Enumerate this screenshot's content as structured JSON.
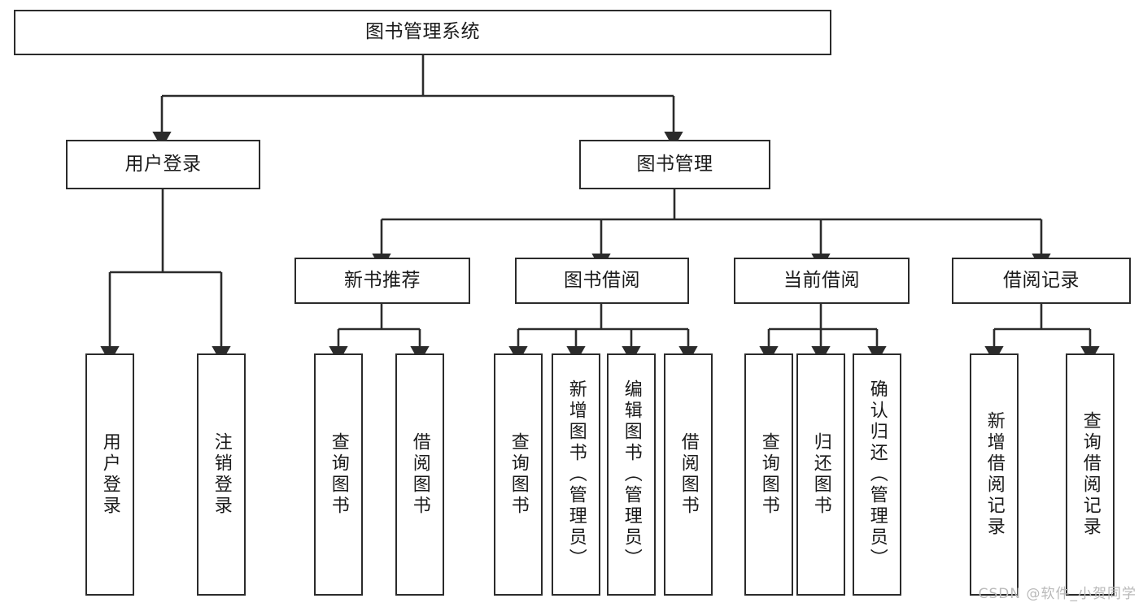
{
  "diagram": {
    "type": "tree",
    "title": "图书管理系统",
    "watermark": "CSDN @软件_小贺同学",
    "root": {
      "id": "root",
      "label": "图书管理系统",
      "orientation": "horizontal"
    },
    "level2": [
      {
        "id": "user-login",
        "label": "用户登录",
        "orientation": "horizontal"
      },
      {
        "id": "book-manage",
        "label": "图书管理",
        "orientation": "horizontal"
      }
    ],
    "level3": [
      {
        "id": "new-book-rec",
        "label": "新书推荐",
        "orientation": "horizontal",
        "parent": "book-manage"
      },
      {
        "id": "book-borrow",
        "label": "图书借阅",
        "orientation": "horizontal",
        "parent": "book-manage"
      },
      {
        "id": "current-borrow",
        "label": "当前借阅",
        "orientation": "horizontal",
        "parent": "book-manage"
      },
      {
        "id": "borrow-record",
        "label": "借阅记录",
        "orientation": "horizontal",
        "parent": "book-manage"
      }
    ],
    "leaves": [
      {
        "id": "leaf-user-login",
        "label": "用户登录",
        "orientation": "vertical",
        "parent": "user-login"
      },
      {
        "id": "leaf-logout",
        "label": "注销登录",
        "orientation": "vertical",
        "parent": "user-login"
      },
      {
        "id": "leaf-query-book-1",
        "label": "查询图书",
        "orientation": "vertical",
        "parent": "new-book-rec"
      },
      {
        "id": "leaf-borrow-book-1",
        "label": "借阅图书",
        "orientation": "vertical",
        "parent": "new-book-rec"
      },
      {
        "id": "leaf-query-book-2",
        "label": "查询图书",
        "orientation": "vertical",
        "parent": "book-borrow"
      },
      {
        "id": "leaf-add-book",
        "label": "新增图书（管理员）",
        "orientation": "vertical",
        "parent": "book-borrow"
      },
      {
        "id": "leaf-edit-book",
        "label": "编辑图书（管理员）",
        "orientation": "vertical",
        "parent": "book-borrow"
      },
      {
        "id": "leaf-borrow-book-2",
        "label": "借阅图书",
        "orientation": "vertical",
        "parent": "book-borrow"
      },
      {
        "id": "leaf-query-book-3",
        "label": "查询图书",
        "orientation": "vertical",
        "parent": "current-borrow"
      },
      {
        "id": "leaf-return-book",
        "label": "归还图书",
        "orientation": "vertical",
        "parent": "current-borrow"
      },
      {
        "id": "leaf-confirm-return",
        "label": "确认归还（管理员）",
        "orientation": "vertical",
        "parent": "current-borrow"
      },
      {
        "id": "leaf-add-record",
        "label": "新增借阅记录",
        "orientation": "vertical",
        "parent": "borrow-record"
      },
      {
        "id": "leaf-query-record",
        "label": "查询借阅记录",
        "orientation": "vertical",
        "parent": "borrow-record"
      }
    ],
    "colors": {
      "stroke": "#2b2b2b",
      "fill": "#ffffff",
      "text": "#1a1a1a",
      "watermark": "#b9b9b9"
    }
  }
}
